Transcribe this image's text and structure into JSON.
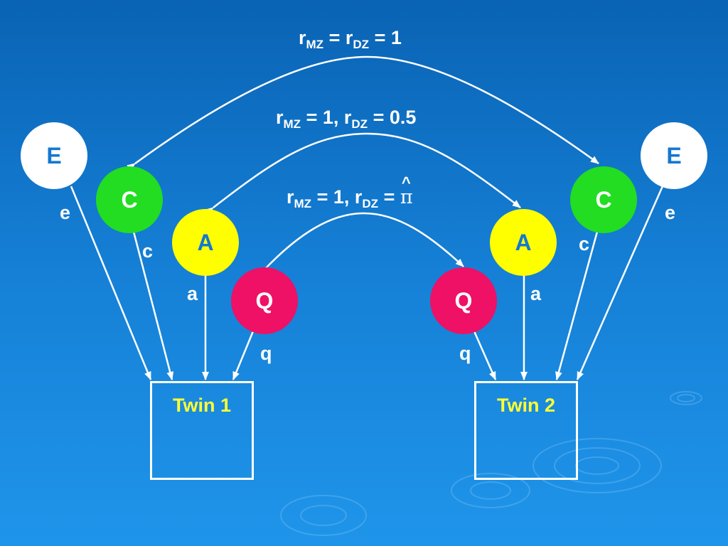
{
  "relations": {
    "outer": {
      "r_mz": "r",
      "mz_sub": "MZ",
      "mz_eq": "= ",
      "r_dz": "r",
      "dz_sub": "DZ",
      "dz_eq": "= 1"
    },
    "middle": {
      "r_mz": "r",
      "mz_sub": "MZ",
      "mz_eq": "= 1, ",
      "r_dz": "r",
      "dz_sub": "DZ",
      "dz_eq": "= 0.5"
    },
    "inner": {
      "r_mz": "r",
      "mz_sub": "MZ",
      "mz_eq": "= 1, ",
      "r_dz": "r",
      "dz_sub": "DZ",
      "dz_eq": "= ",
      "pi": "π",
      "hat": "^"
    }
  },
  "factors": {
    "e_left": "E",
    "c_left": "C",
    "a_left": "A",
    "q_left": "Q",
    "e_right": "E",
    "c_right": "C",
    "a_right": "A",
    "q_right": "Q"
  },
  "paths": {
    "e_left": "e",
    "c_left": "c",
    "a_left": "a",
    "q_left": "q",
    "e_right": "e",
    "c_right": "c",
    "a_right": "a",
    "q_right": "q"
  },
  "twins": {
    "twin1": "Twin 1",
    "twin2": "Twin 2"
  },
  "colors": {
    "e_fill": "#ffffff",
    "e_text": "#1478d2",
    "c_fill": "#22dd22",
    "a_fill": "#ffff00",
    "q_fill": "#ee1166",
    "factor_text": "#ffffff",
    "a_text": "#1478d2",
    "twin_label": "#ffff33",
    "arrow": "#ffffff"
  }
}
